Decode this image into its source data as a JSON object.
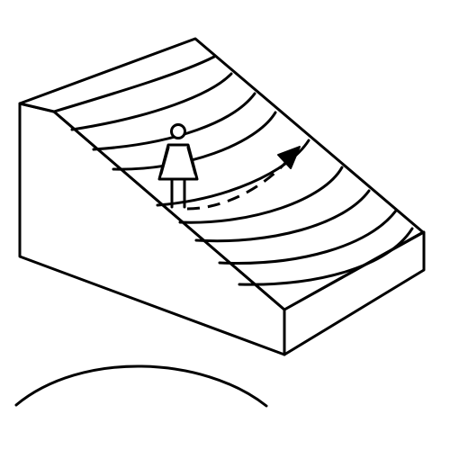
{
  "colors": {
    "ink": "#000000",
    "background": "#ffffff"
  },
  "icons": {
    "figure": "woman-pictogram-icon",
    "direction": "arrow-icon"
  },
  "hillside": {
    "contour_line_count": 9,
    "path_style": "dashed",
    "path_direction": "up-right"
  }
}
